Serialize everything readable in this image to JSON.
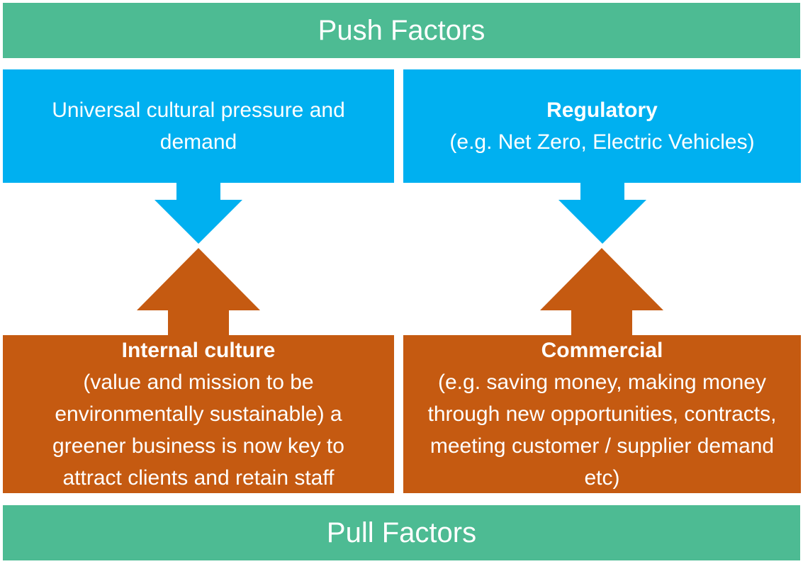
{
  "push_label": "Push Factors",
  "pull_label": "Pull Factors",
  "push_boxes": [
    {
      "title": "",
      "text": "Universal cultural pressure and demand"
    },
    {
      "title": "Regulatory",
      "text": "(e.g. Net Zero, Electric Vehicles)"
    }
  ],
  "pull_boxes": [
    {
      "title": "Internal culture",
      "text": "(value and mission to be environmentally sustainable) a greener business is now key to attract clients and retain staff"
    },
    {
      "title": "Commercial",
      "text": "(e.g. saving money, making money through new opportunities, contracts, meeting customer / supplier demand etc)"
    }
  ],
  "colors": {
    "banner": "#4dbb93",
    "push_box": "#00b0f0",
    "pull_box": "#c55a11",
    "text": "#ffffff"
  }
}
